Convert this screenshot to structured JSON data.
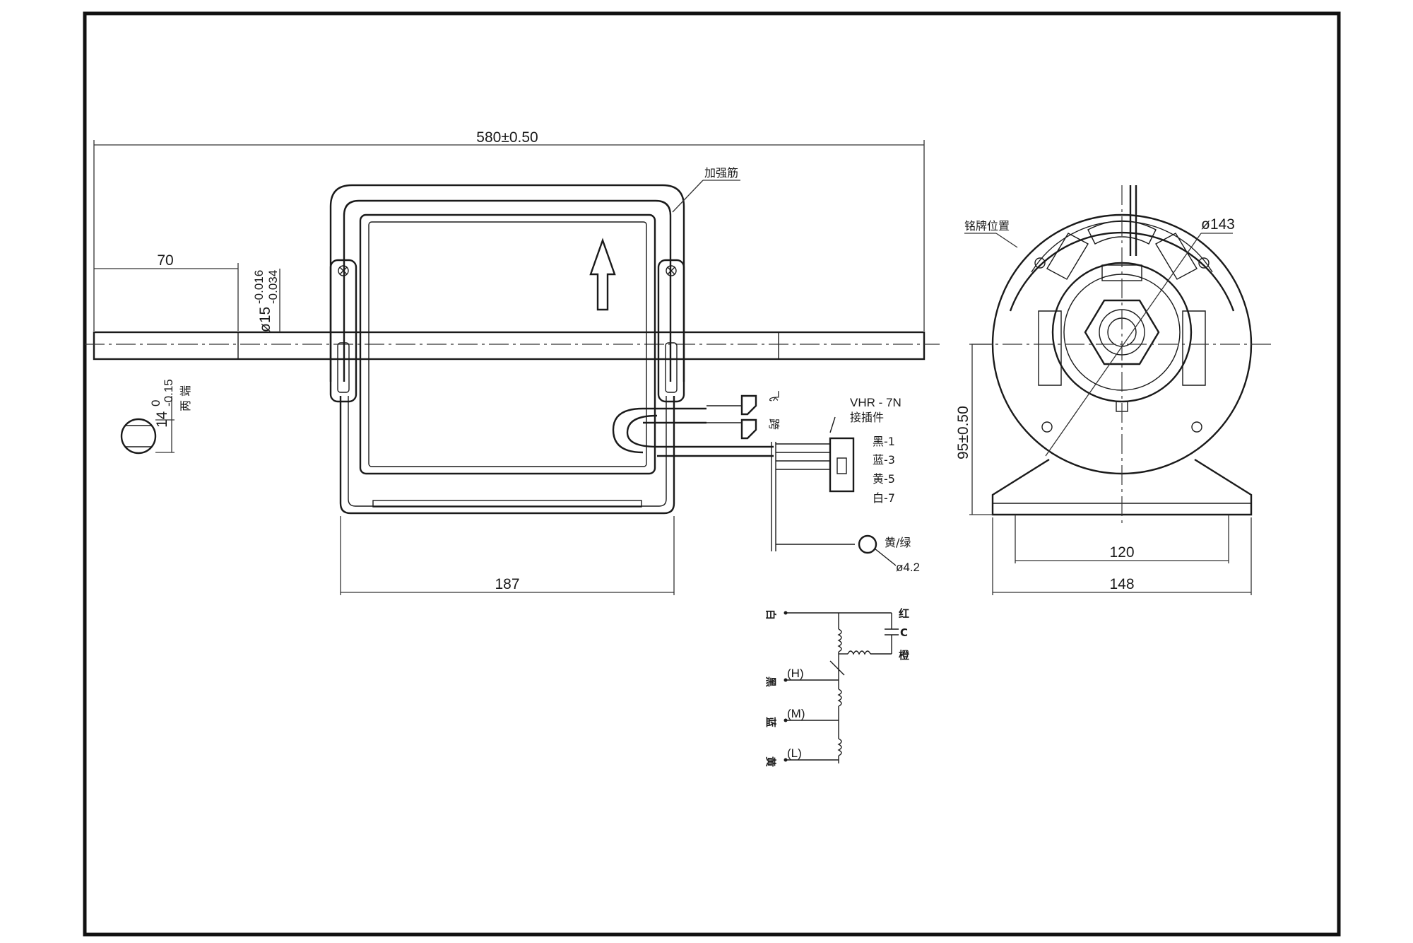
{
  "front_view": {
    "overall_length": "580±0.50",
    "shaft_extension": "70",
    "shaft_dia_main": "ø15",
    "shaft_tol_upper": "-0.016",
    "shaft_tol_lower": "-0.034",
    "body_width": "187",
    "rib_label": "加强筋",
    "flat_size_main": "14",
    "flat_tol_upper": "0",
    "flat_tol_lower": "-0.15",
    "flat_note": "两 端",
    "connector_model": "VHR - 7N",
    "connector_label": "接插件",
    "tag_top": "飞",
    "tag_bottom": "跨",
    "wires": [
      "黑-1",
      "蓝-3",
      "黄-5",
      "白-7"
    ],
    "ground_wire": "黄/绿",
    "ground_ring": "ø4.2"
  },
  "side_view": {
    "nameplate": "铭牌位置",
    "diameter": "ø143",
    "center_height": "95±0.50",
    "mount_inner": "120",
    "mount_outer": "148"
  },
  "schematic": {
    "terminal_white": "白",
    "terminal_black": "黑",
    "terminal_blue": "蓝",
    "terminal_yellow": "黄",
    "tap_high": "(H)",
    "tap_mid": "(M)",
    "tap_low": "(L)",
    "cap_red": "红",
    "cap_label": "C",
    "cap_orange": "橙"
  }
}
